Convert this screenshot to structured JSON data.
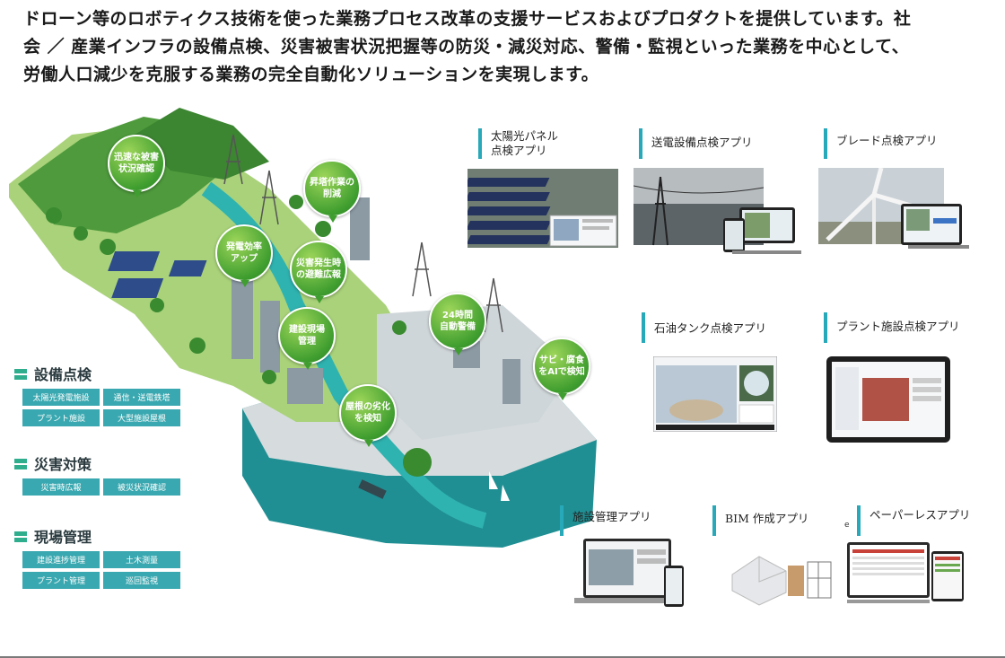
{
  "intro": {
    "line1": "ドローン等のロボティクス技術を使った業務プロセス改革の支援サービスおよびプロダクトを提供しています。社",
    "line2": "会 ／ 産業インフラの設備点検、災害被害状況把握等の防災・減災対応、警備・監視といった業務を中心として、",
    "line3": "労働人口減少を克服する業務の完全自動化ソリューションを実現します。"
  },
  "bubbles": [
    "迅速な被害\n状況確認",
    "昇塔作業の\n削減",
    "発電効率\nアップ",
    "災害発生時\nの避難広報",
    "建設現場\n管理",
    "24時間\n自動警備",
    "サビ・腐食\nをAIで検知",
    "屋根の劣化\nを検知"
  ],
  "legend": [
    {
      "title": "設備点検",
      "tags": [
        "太陽光発電施設",
        "通信・送電鉄塔",
        "プラント施設",
        "大型施設屋根"
      ]
    },
    {
      "title": "災害対策",
      "tags": [
        "災害時広報",
        "被災状況確認"
      ]
    },
    {
      "title": "現場管理",
      "tags": [
        "建設進捗管理",
        "土木測量",
        "プラント管理",
        "巡回監視"
      ]
    }
  ],
  "apps": {
    "solar": "太陽光パネル\n点検アプリ",
    "power_line": "送電設備点検アプリ",
    "blade": "ブレード点検アプリ",
    "oil_tank": "石油タンク点検アプリ",
    "plant": "プラント施設点検アプリ",
    "facility": "施設管理アプリ",
    "bim": "BIM 作成アプリ",
    "paperless": "ペーパーレスアプリ"
  },
  "stray_char": "e",
  "colors": {
    "accent": "#28a9b9",
    "legend_tag": "#3aa8b0",
    "bubble": "#3f9e2f",
    "water": "#2fb3b0"
  }
}
